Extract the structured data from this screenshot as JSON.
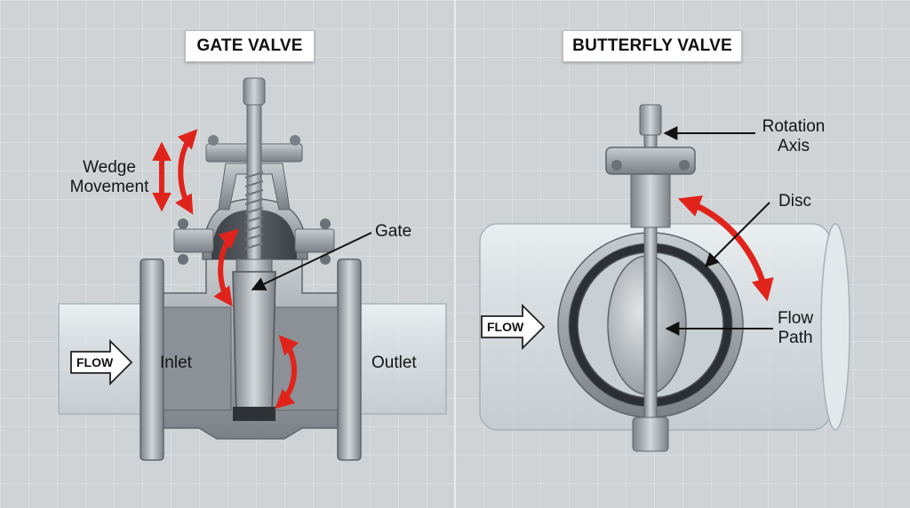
{
  "gate_valve": {
    "title": "GATE VALVE",
    "labels": {
      "wedge_movement_line1": "Wedge",
      "wedge_movement_line2": "Movement",
      "gate": "Gate",
      "inlet": "Inlet",
      "outlet": "Outlet",
      "flow": "FLOW"
    }
  },
  "butterfly_valve": {
    "title": "BUTTERFLY VALVE",
    "labels": {
      "rotation_axis_line1": "Rotation",
      "rotation_axis_line2": "Axis",
      "disc": "Disc",
      "flow_path_line1": "Flow",
      "flow_path_line2": "Path",
      "flow": "FLOW"
    }
  },
  "colors": {
    "background": "#cfd3d6",
    "grid": "#e4e7e9",
    "metal": "#9aa0a5",
    "metal_dark": "#5f656a",
    "arrow_red": "#e0241b",
    "pipe_glass": "#dfe6ea"
  }
}
